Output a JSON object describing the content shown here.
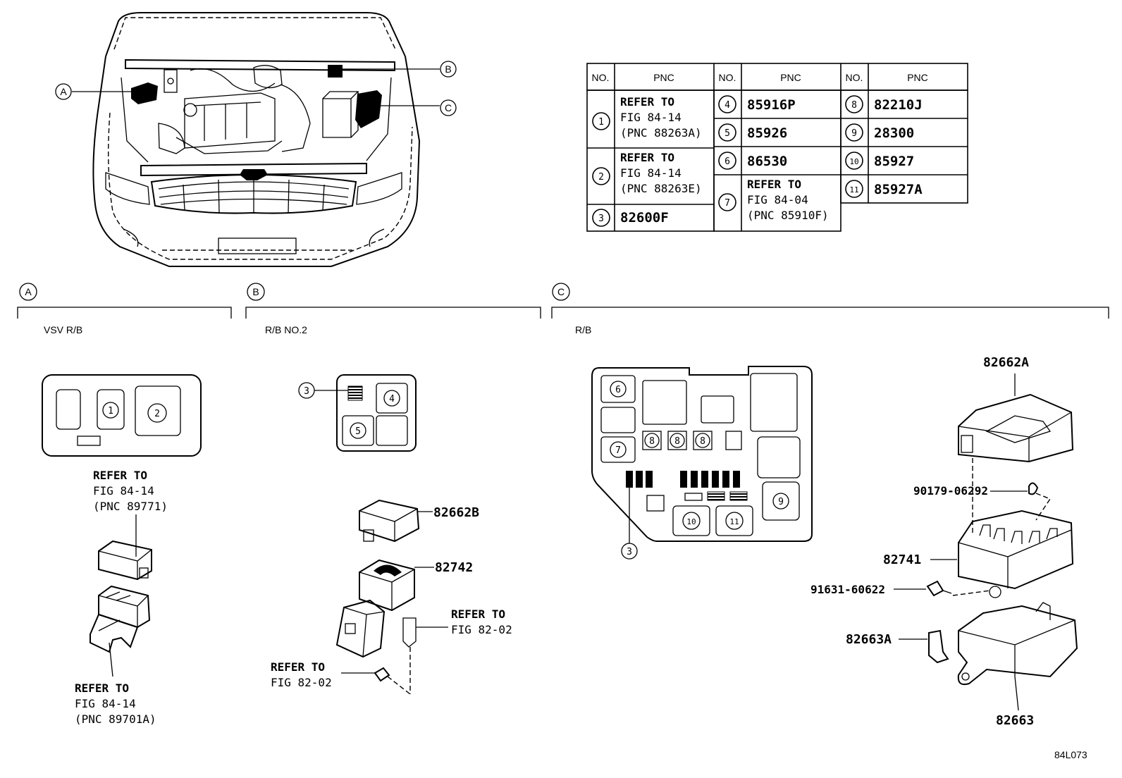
{
  "locator": {
    "labels": [
      "A",
      "B",
      "C"
    ]
  },
  "table": {
    "headers": [
      "NO.",
      "PNC"
    ],
    "items": [
      {
        "no": "1",
        "pnc": [
          "REFER TO",
          "FIG 84-14",
          "(PNC 88263A)"
        ]
      },
      {
        "no": "2",
        "pnc": [
          "REFER TO",
          "FIG 84-14",
          "(PNC 88263E)"
        ]
      },
      {
        "no": "3",
        "pnc": [
          "82600F"
        ]
      },
      {
        "no": "4",
        "pnc": [
          "85916P"
        ]
      },
      {
        "no": "5",
        "pnc": [
          "85926"
        ]
      },
      {
        "no": "6",
        "pnc": [
          "86530"
        ]
      },
      {
        "no": "7",
        "pnc": [
          "REFER TO",
          "FIG 84-04",
          "(PNC 85910F)"
        ]
      },
      {
        "no": "8",
        "pnc": [
          "82210J"
        ]
      },
      {
        "no": "9",
        "pnc": [
          "28300"
        ]
      },
      {
        "no": "10",
        "pnc": [
          "85927"
        ]
      },
      {
        "no": "11",
        "pnc": [
          "85927A"
        ]
      }
    ]
  },
  "sections": {
    "a": {
      "label": "A",
      "title": "VSV R/B",
      "refer_top": [
        "REFER TO",
        "FIG 84-14",
        "(PNC 89771)"
      ],
      "refer_bottom": [
        "REFER TO",
        "FIG 84-14",
        "(PNC 89701A)"
      ],
      "slots": [
        "1",
        "2"
      ]
    },
    "b": {
      "label": "B",
      "title": "R/B NO.2",
      "slots": [
        "3",
        "4",
        "5"
      ],
      "part_cover": "82662B",
      "part_block": "82742",
      "refer_right": [
        "REFER TO",
        "FIG 82-02"
      ],
      "refer_left": [
        "REFER TO",
        "FIG 82-02"
      ]
    },
    "c": {
      "label": "C",
      "title": "R/B",
      "slots": [
        "6",
        "7",
        "8",
        "8",
        "8",
        "9",
        "10",
        "11",
        "3"
      ],
      "part_cover": "82662A",
      "clip": "90179-06292",
      "block": "82741",
      "bolt": "91631-60622",
      "bracket": "82663A",
      "case": "82663"
    }
  },
  "footer": {
    "code": "84L073"
  }
}
